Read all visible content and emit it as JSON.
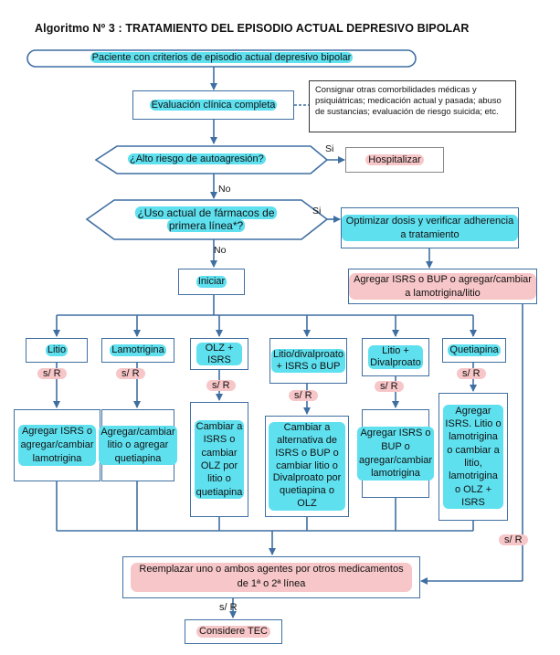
{
  "title": "Algoritmo Nº 3 : TRATAMIENTO DEL EPISODIO ACTUAL DEPRESIVO BIPOLAR",
  "start": "Paciente  con criterios de episodio actual depresivo bipolar",
  "evaluation": "Evaluación clínica completa",
  "note": "Consignar otras comorbilidades médicas y psiquiátricas; medicación actual y pasada; abuso de sustancias;  evaluación de riesgo suicida; etc.",
  "risk_question": "¿Alto riesgo de autoagresión?",
  "yes": "Si",
  "no": "No",
  "hospitalize": "Hospitalizar",
  "drugs_question": "¿Uso actual de fármacos de primera línea*?",
  "optimize": "Optimizar dosis y verificar adherencia a tratamiento",
  "start_treatment": "Iniciar",
  "add_isrs": "Agregar ISRS o BUP o agregar/cambiar a  lamotrigina/litio",
  "sr": "s/ R",
  "columns": [
    {
      "first": "Litio",
      "second": "Agregar ISRS o agregar/cambiar lamotrigina"
    },
    {
      "first": "Lamotrigina",
      "second": "Agregar/cambiar litio o agregar quetiapina"
    },
    {
      "first": "OLZ + ISRS",
      "second": "Cambiar a ISRS o cambiar OLZ por litio o quetiapina"
    },
    {
      "first": "Litio/divalproato + ISRS o BUP",
      "second": "Cambiar a alternativa de ISRS o BUP o cambiar litio o Divalproato por quetiapina o OLZ"
    },
    {
      "first": "Litio + Divalproato",
      "second": "Agregar ISRS o BUP o agregar/cambiar lamotrigina"
    },
    {
      "first": "Quetiapina",
      "second": "Agregar ISRS. Litio o lamotrigina o cambiar a litio, lamotrigina o OLZ + ISRS"
    }
  ],
  "replace": "Reemplazar uno o ambos agentes por otros medicamentos de  1ª o 2ª línea",
  "tec": "Considere TEC"
}
